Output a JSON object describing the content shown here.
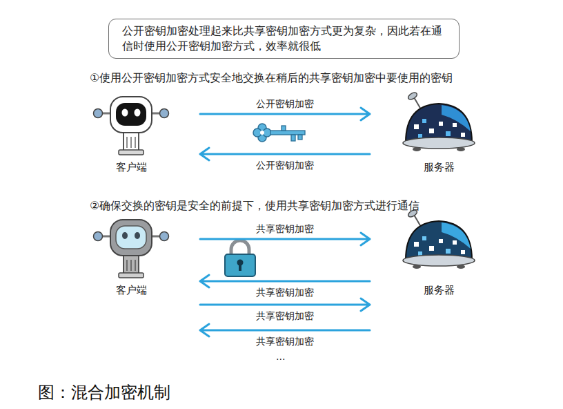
{
  "diagram": {
    "caption": "图：混合加密机制",
    "nodes": [
      {
        "text": [
          "公开密钥加密处理起来比共享密钥加密方式更为复杂，因此若在通信时使用公开密钥加密方式，效率就很低"
        ]
      },
      {
        "text": [
          "客户端"
        ]
      },
      {
        "text": [
          "服务器"
        ]
      },
      {
        "text": [
          "客户端"
        ]
      },
      {
        "text": [
          "服务器"
        ]
      }
    ],
    "edges": [
      {
        "from": 1,
        "to": 2,
        "arrow": "to",
        "label": "公开密钥加密"
      },
      {
        "from": 2,
        "to": 1,
        "arrow": "to",
        "label": "公开密钥加密"
      },
      {
        "from": 3,
        "to": 4,
        "arrow": "to",
        "label": "共享密钥加密"
      },
      {
        "from": 4,
        "to": 3,
        "arrow": "to",
        "label": "共享密钥加密"
      },
      {
        "from": 3,
        "to": 4,
        "arrow": "to",
        "label": "共享密钥加密"
      },
      {
        "from": 4,
        "to": 3,
        "arrow": "to",
        "label": "共享密钥加密"
      }
    ],
    "labels": [
      "①使用公开密钥加密方式安全地交换在稍后的共享密钥加密中要使用的密钥",
      "②确保交换的密钥是安全的前提下，使用共享密钥加密方式进行通信",
      "..."
    ]
  }
}
